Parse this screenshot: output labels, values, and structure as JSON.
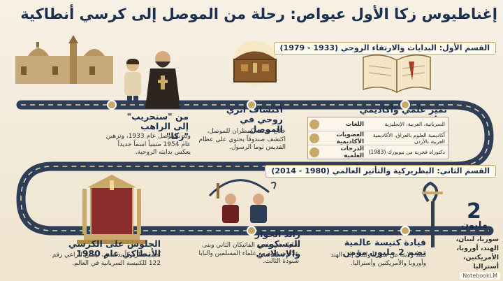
{
  "title": "إغناطيوس زكا الأول عيواص: رحلة من الموصل إلى كرسي أنطاكية",
  "section1": "القسم الأول: البدايات والارتقاء الروحي (1933 - 1979)",
  "section2": "القسم الثاني: البطريركية والتأثير العالمي (1980 - 2014)",
  "block1": {
    "title": "من \"سنحريب\" إلى الراهب \"زكا\"",
    "text": "ولد بالموصل عام 1933، وترهبن عام 1954 متبنياً اسماً جديداً يعكس بدايته الروحية."
  },
  "block2": {
    "title": "اكتشاف أثري روحي في الموصل",
    "text": "خلال خدمته كمطران للموصل، اكتشف صندوقاً يحتوي على عظام القديس توما الرسول."
  },
  "block3": {
    "title": "تميز علمي وأكاديمي دولي",
    "rows": [
      {
        "key": "اللغات",
        "value": "السريانية، العربية، الإنجليزية"
      },
      {
        "key": "العضويات الأكاديمية",
        "value": "أكاديمية العلوم بالعراق، الأكاديمية العربية بالأردن"
      },
      {
        "key": "الدرجات العلمية",
        "value": "دكتوراه فخرية من نيويورك (1983)"
      }
    ]
  },
  "block4": {
    "title": "الجلوس على الكرسي الأنطاكي عام 1980",
    "text": "نُصب بطريركاً بدمشق، ليصبح الراعي رقم 122 للكنيسة السريانية في العالم."
  },
  "block5": {
    "title": "رائد الحوار المسكوني والإسلامي",
    "text": "شارك في مجمع الفاتيكان الثاني وبنى علاقات قوية مع علماء المسلمين والبابا شنودة الثالث."
  },
  "block6": {
    "title": "قيادة كنيسة عالمية تضم 2 مليون مؤمن",
    "text": "تمتد ولايته من سوريا ولبنان إلى الهند وأوروبا والأمريكتين وأستراليا."
  },
  "stat": {
    "number": "2",
    "unit": "مليون",
    "regions": "سوريا، لبنان، الهند، أوروبا، الأمريكتين، أستراليا"
  },
  "footer": "NotebookLM",
  "colors": {
    "navy": "#1b2f4f",
    "gold": "#c9a96a",
    "road": "#2f3e57"
  }
}
